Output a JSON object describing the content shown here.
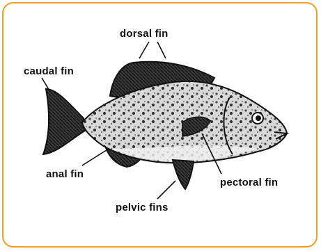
{
  "frame": {
    "border_color": "#f0a020"
  },
  "labels": {
    "dorsal": "dorsal fin",
    "caudal": "caudal fin",
    "anal": "anal fin",
    "pectoral": "pectoral fin",
    "pelvic": "pelvic fins"
  },
  "illustration": {
    "subject": "fish-illustration",
    "ink_color": "#1a1a1a"
  }
}
